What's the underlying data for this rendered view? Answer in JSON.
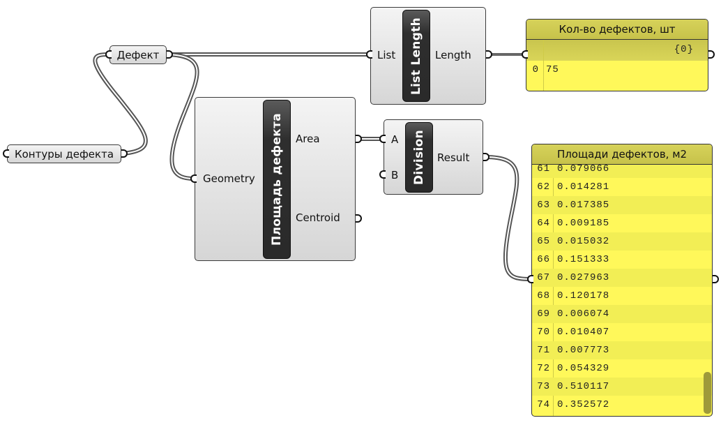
{
  "canvas": {
    "wire_color": "#555555",
    "nodes": {
      "kontury": {
        "label": "Контуры дефекта"
      },
      "defekt": {
        "label": "Дефект"
      },
      "list_length": {
        "title": "List Length",
        "input": "List",
        "output": "Length"
      },
      "area": {
        "title": "Площадь дефекта",
        "input": "Geometry",
        "outputs": [
          "Area",
          "Centroid"
        ]
      },
      "division": {
        "title": "Division",
        "inputs": [
          "A",
          "B"
        ],
        "output": "Result"
      }
    },
    "panels": {
      "count": {
        "title": "Кол-во дефектов, шт",
        "path": "{0}",
        "rows": [
          {
            "index": "0",
            "value": "75"
          }
        ],
        "color": "#fff85a"
      },
      "areas": {
        "title": "Площади дефектов, м2",
        "rows": [
          {
            "index": "61",
            "value": "0.079066"
          },
          {
            "index": "62",
            "value": "0.014281"
          },
          {
            "index": "63",
            "value": "0.017385"
          },
          {
            "index": "64",
            "value": "0.009185"
          },
          {
            "index": "65",
            "value": "0.015032"
          },
          {
            "index": "66",
            "value": "0.151333"
          },
          {
            "index": "67",
            "value": "0.027963"
          },
          {
            "index": "68",
            "value": "0.120178"
          },
          {
            "index": "69",
            "value": "0.006074"
          },
          {
            "index": "70",
            "value": "0.010407"
          },
          {
            "index": "71",
            "value": "0.007773"
          },
          {
            "index": "72",
            "value": "0.054329"
          },
          {
            "index": "73",
            "value": "0.510117"
          },
          {
            "index": "74",
            "value": "0.352572"
          }
        ],
        "scroll_position": 0.95,
        "color": "#fff85a"
      }
    }
  }
}
